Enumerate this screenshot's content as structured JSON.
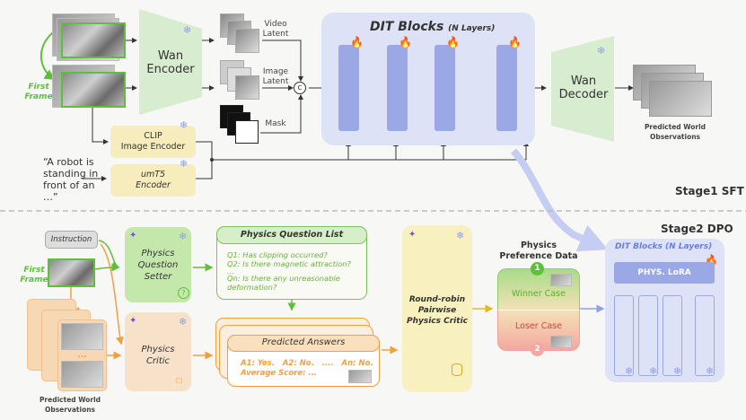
{
  "stage1": {
    "label": "Stage1 SFT",
    "first_frame_label": "First\nFrame",
    "wan_encoder": "Wan\nEncoder",
    "video_latent": "Video\nLatent",
    "image_latent": "Image\nLatent",
    "mask": "Mask",
    "concat_symbol": "c",
    "dit_title": "DIT Blocks",
    "dit_subtitle": "(N Layers)",
    "wan_decoder": "Wan\nDecoder",
    "predicted_obs": "Predicted World\nObservations",
    "clip_encoder": "CLIP\nImage Encoder",
    "umt5_encoder": "umT5\nEncoder",
    "prompt_text": "“A robot is\nstanding in\nfront of an\n…”"
  },
  "stage2": {
    "label": "Stage2 DPO",
    "instruction": "Instruction",
    "first_frame_label": "First\nFrame",
    "predicted_obs": "Predicted World\nObservations",
    "ellipsis": "...",
    "question_setter": "Physics\nQuestion\nSetter",
    "physics_critic": "Physics\nCritic",
    "question_list": {
      "title": "Physics Question List",
      "items": [
        "Q1: Has clipping occurred?",
        "Q2: Is there magnetic attraction?",
        "...",
        "Qn: Is there any unreasonable deformation?"
      ]
    },
    "predicted_answers": {
      "title": "Predicted Answers",
      "answers": "A1: Yes.   A2: No.   ....   An: No.",
      "score": "Average Score: ..."
    },
    "round_robin": "Round-robin\nPairwise\nPhysics Critic",
    "preference_data_title": "Physics\nPreference Data",
    "winner": "Winner Case",
    "loser": "Loser Case",
    "winner_rank": "1",
    "loser_rank": "2",
    "dit_title": "DIT Blocks (N Layers)",
    "lora": "PHYS. LoRA"
  },
  "colors": {
    "green": "#5fbf3a",
    "orange": "#f0a040",
    "blue": "#8fa1e8",
    "yellow": "#f7ecbc",
    "red": "#e05050"
  }
}
